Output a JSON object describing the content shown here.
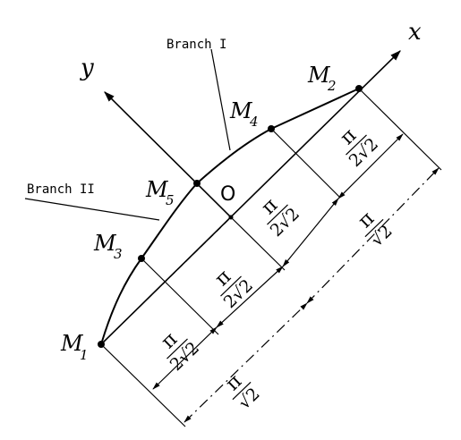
{
  "axes": {
    "x_label": "x",
    "y_label": "y",
    "origin_label": "O"
  },
  "points": [
    {
      "name": "M",
      "sub": "1"
    },
    {
      "name": "M",
      "sub": "2"
    },
    {
      "name": "M",
      "sub": "3"
    },
    {
      "name": "M",
      "sub": "4"
    },
    {
      "name": "M",
      "sub": "5"
    }
  ],
  "branches": {
    "branch_1": "Branch I",
    "branch_2": "Branch II"
  },
  "dimensions": {
    "pi": "π",
    "two": "2",
    "den_small": "2√2",
    "den_large": "√2"
  }
}
